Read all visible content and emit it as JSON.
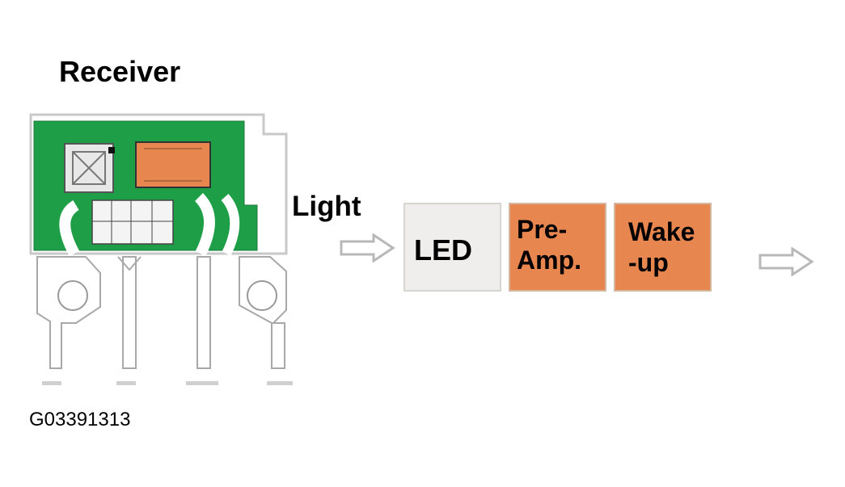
{
  "title": "Receiver",
  "image_code": "G03391313",
  "input_label": "Light",
  "blocks": [
    {
      "lines": [
        "LED"
      ],
      "color": "#efeeec"
    },
    {
      "lines": [
        "Pre-",
        "Amp."
      ],
      "color": "#e8864f"
    },
    {
      "lines": [
        "Wake",
        "-up"
      ],
      "color": "#e8864f"
    }
  ],
  "icons": {
    "input_arrow": "right-arrow-icon",
    "output_arrow": "right-arrow-icon",
    "component": "receiver-pcb-illustration"
  }
}
